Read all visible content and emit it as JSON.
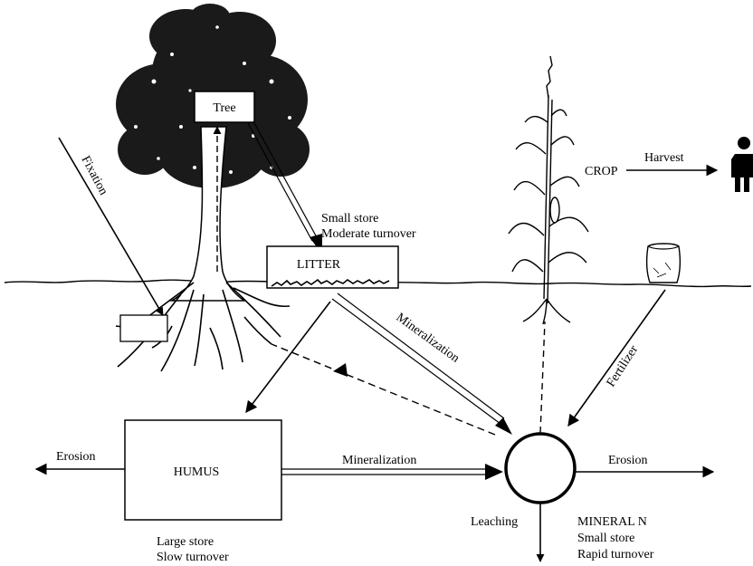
{
  "diagram": {
    "nodes": {
      "tree": "Tree",
      "litter": "LITTER",
      "humus": "HUMUS",
      "crop": "CROP",
      "mineral_n": "MINERAL  N"
    },
    "notes": {
      "litter_line1": "Small store",
      "litter_line2": "Moderate  turnover",
      "humus_line1": "Large store",
      "humus_line2": "Slow turnover",
      "mineral_line1": "Small store",
      "mineral_line2": "Rapid  turnover"
    },
    "flows": {
      "fixation": "Fixation",
      "harvest": "Harvest",
      "mineralization_litter": "Mineralization",
      "mineralization_humus": "Mineralization",
      "fertilizer": "Fertilizer",
      "erosion_left": "Erosion",
      "erosion_right": "Erosion",
      "leaching": "Leaching"
    }
  }
}
